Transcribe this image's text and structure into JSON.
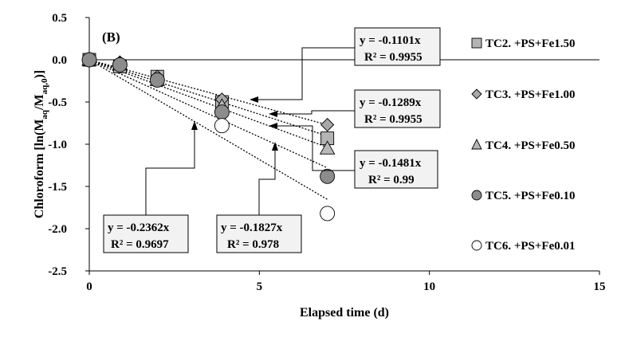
{
  "chart_data": {
    "type": "scatter",
    "panel_label": "(B)",
    "xlabel": "Elapsed time (d)",
    "ylabel": "Chloroform  [ln(M",
    "ylabel_sub1": "aq",
    "ylabel_mid": "/M",
    "ylabel_sub2": "aq,0",
    "ylabel_end": ")]",
    "xlim": [
      0,
      15
    ],
    "ylim": [
      -2.5,
      0.5
    ],
    "xticks": [
      {
        "value": 0,
        "label": "0"
      },
      {
        "value": 5,
        "label": "5"
      },
      {
        "value": 10,
        "label": "10"
      },
      {
        "value": 15,
        "label": "15"
      }
    ],
    "yticks": [
      {
        "value": 0.5,
        "label": "0.5"
      },
      {
        "value": 0.0,
        "label": "0.0"
      },
      {
        "value": -0.5,
        "label": "-0.5"
      },
      {
        "value": -1.0,
        "label": "-1.0"
      },
      {
        "value": -1.5,
        "label": "-1.5"
      },
      {
        "value": -2.0,
        "label": "-2.0"
      },
      {
        "value": -2.5,
        "label": "-2.5"
      }
    ],
    "grid": false,
    "legend_position": "right",
    "series": [
      {
        "name": "TC2. +PS+Fe1.50",
        "marker": "square",
        "fill": "#b4b4b4",
        "x": [
          0,
          0.9,
          2,
          3.9,
          7
        ],
        "y": [
          0,
          -0.08,
          -0.2,
          -0.5,
          -0.93
        ],
        "slope": -0.1101,
        "fit_end": 7
      },
      {
        "name": "TC3. +PS+Fe1.00",
        "marker": "diamond",
        "fill": "#a8a8a8",
        "x": [
          0,
          0.9,
          2,
          3.9,
          7
        ],
        "y": [
          0,
          -0.03,
          -0.2,
          -0.47,
          -0.77
        ],
        "slope": -0.1289,
        "fit_end": 7
      },
      {
        "name": "TC4. +PS+Fe0.50",
        "marker": "triangle",
        "fill": "#b8b8b8",
        "x": [
          0,
          0.9,
          2,
          3.9,
          7
        ],
        "y": [
          0,
          -0.05,
          -0.24,
          -0.55,
          -1.05
        ],
        "slope": -0.1481,
        "fit_end": 7
      },
      {
        "name": "TC5. +PS+Fe0.10",
        "marker": "circle",
        "fill": "#8c8c8c",
        "x": [
          0,
          0.9,
          2,
          3.9,
          7
        ],
        "y": [
          0,
          -0.06,
          -0.24,
          -0.62,
          -1.38
        ],
        "slope": -0.1827,
        "fit_end": 7
      },
      {
        "name": "TC6. +PS+Fe0.01",
        "marker": "circle",
        "fill": "#ffffff",
        "x": [
          3.9,
          7
        ],
        "y": [
          -0.78,
          -1.82
        ],
        "slope": -0.2362,
        "fit_end": 7
      }
    ],
    "annotations": [
      {
        "eq": "y = -0.1101x",
        "r2": "R² = 0.9955"
      },
      {
        "eq": "y = -0.1289x",
        "r2": "R² = 0.9955"
      },
      {
        "eq": "y = -0.1481x",
        "r2": "R² = 0.99"
      },
      {
        "eq": "y = -0.2362x",
        "r2": "R² = 0.9697"
      },
      {
        "eq": "y = -0.1827x",
        "r2": "R² = 0.978"
      }
    ]
  }
}
